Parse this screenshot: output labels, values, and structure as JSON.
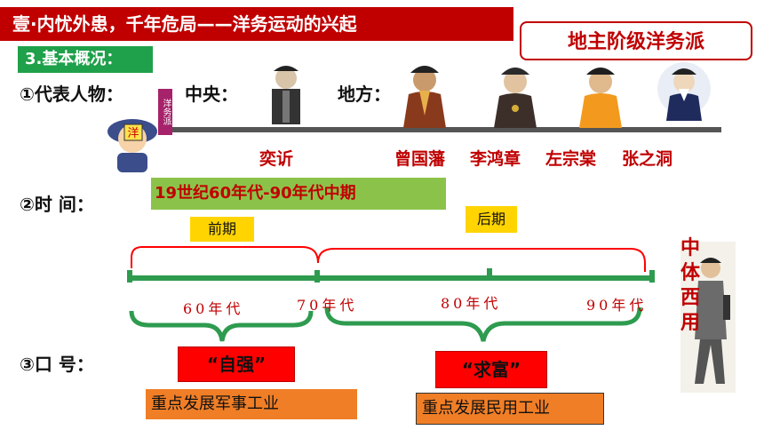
{
  "header": {
    "title": "壹·内忧外患，千年危局——洋务运动的兴起",
    "badge": "地主阶级洋务派"
  },
  "section": {
    "title": "3.基本概况："
  },
  "representatives": {
    "label": "①代表人物：",
    "central_label": "中央：",
    "local_label": "地方：",
    "people": [
      "奕䜣",
      "曾国藩",
      "李鸿章",
      "左宗棠",
      "张之洞"
    ],
    "side_tag": "洋务派",
    "cartoon_char": "洋"
  },
  "time": {
    "label": "②时 间：",
    "period": "19世纪60年代-90年代中期",
    "early": "前期",
    "late": "后期",
    "decades": [
      "60年代",
      "70年代",
      "80年代",
      "90年代"
    ]
  },
  "slogans": {
    "label": "③口 号：",
    "items": [
      {
        "slogan": "“自强”",
        "focus": "重点发展军事工业"
      },
      {
        "slogan": "“求富”",
        "focus": "重点发展民用工业"
      }
    ]
  },
  "side_phrase": [
    "中",
    "体",
    "西",
    "用"
  ],
  "colors": {
    "banner_red": "#c00000",
    "section_green": "#1fa04a",
    "timeline_green": "#2e9b4f",
    "period_green": "#8bc34a",
    "tag_yellow": "#ffd400",
    "slogan_red": "#ff0000",
    "focus_orange": "#f07e26"
  }
}
